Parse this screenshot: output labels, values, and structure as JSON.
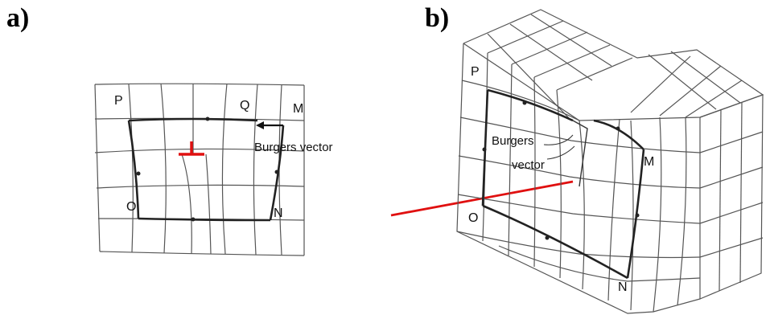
{
  "panel_a": {
    "label": "a)",
    "points": {
      "p": "P",
      "q": "Q",
      "m": "M",
      "o": "O",
      "n": "N"
    },
    "burgers_label": "Burgers vector",
    "dislocation_color": "#e01010"
  },
  "panel_b": {
    "label": "b)",
    "points": {
      "p": "P",
      "m": "M",
      "o": "O",
      "n": "N"
    },
    "burgers_label_line1": "Burgers",
    "burgers_label_line2": "vector",
    "dislocation_line_color": "#e01010"
  }
}
